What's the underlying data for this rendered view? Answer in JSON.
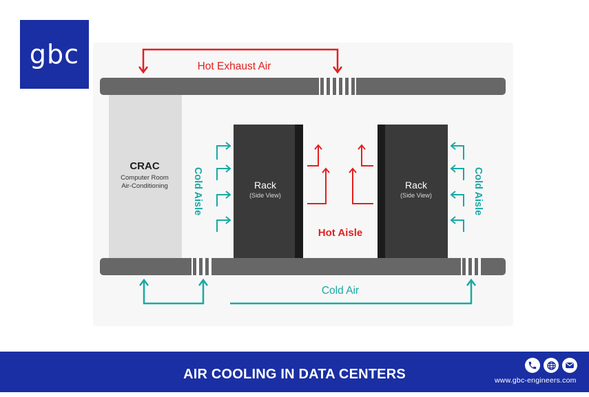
{
  "logo": {
    "text": "gbc"
  },
  "diagram": {
    "hot_exhaust_label": "Hot Exhaust Air",
    "crac": {
      "title": "CRAC",
      "line1": "Computer Room",
      "line2": "Air-Conditioning"
    },
    "cold_aisle_left": "Cold Aisle",
    "cold_aisle_right": "Cold Aisle",
    "rack_left": {
      "title": "Rack",
      "subtitle": "(Side View)"
    },
    "rack_right": {
      "title": "Rack",
      "subtitle": "(Side View)"
    },
    "hot_aisle_label": "Hot Aisle",
    "cold_air_label": "Cold Air",
    "colors": {
      "hot": "#e32020",
      "cold": "#1aa8a5",
      "duct": "#676767",
      "rack": "#3b3b3b",
      "crac": "#dddddd"
    }
  },
  "footer": {
    "title": "AIR COOLING IN DATA CENTERS",
    "website": "www.gbc-engineers.com",
    "icons": [
      "phone-icon",
      "globe-icon",
      "mail-icon"
    ]
  }
}
